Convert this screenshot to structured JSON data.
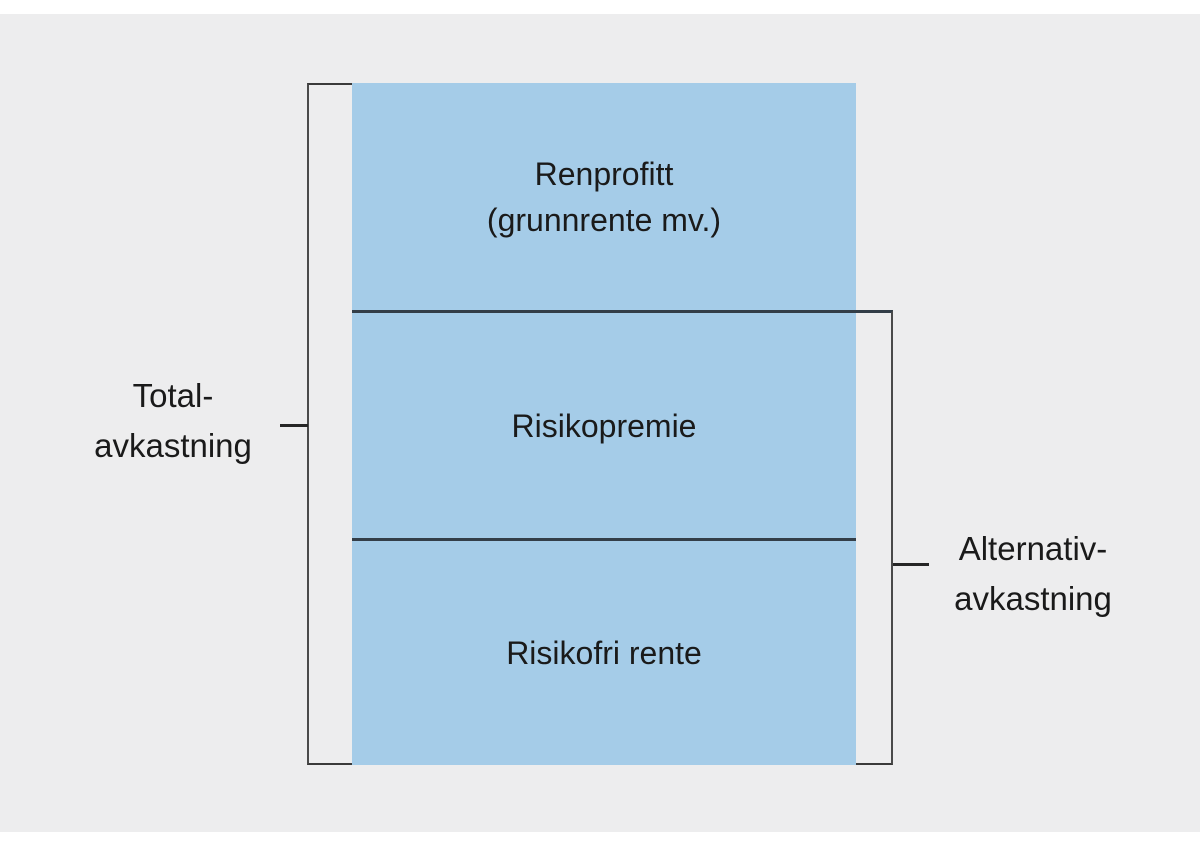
{
  "figure": {
    "type": "stacked-bracket-diagram",
    "colors": {
      "box_fill": "#a5cce8",
      "panel_background": "#ededee",
      "line": "#3f3f3f",
      "divider": "#333e48",
      "text": "#1a1a1a"
    },
    "stack": {
      "sections": [
        {
          "lines": [
            "Renprofitt",
            "(grunnrente mv.)"
          ]
        },
        {
          "lines": [
            "Risikopremie"
          ]
        },
        {
          "lines": [
            "Risikofri rente"
          ]
        }
      ]
    },
    "left_bracket": {
      "spans": "all three sections",
      "label_line1": "Total-",
      "label_line2": "avkastning"
    },
    "right_bracket": {
      "spans": "lower two sections",
      "label_line1": "Alternativ-",
      "label_line2": "avkastning"
    }
  }
}
